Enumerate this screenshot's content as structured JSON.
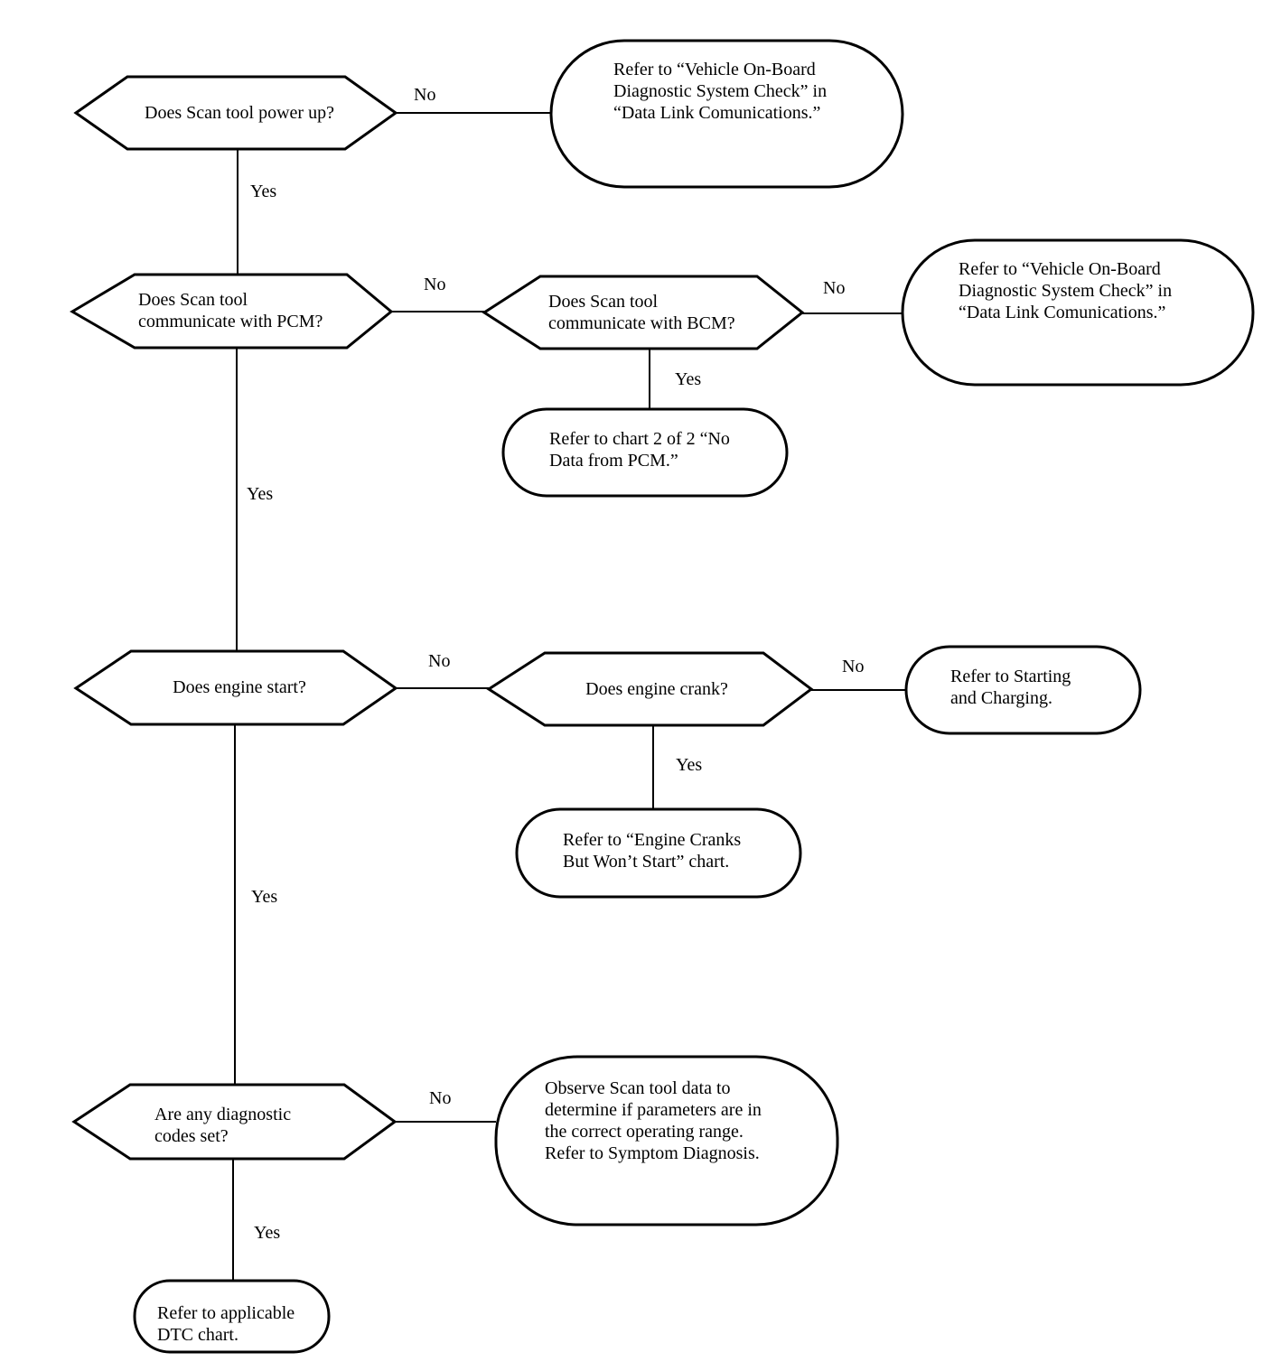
{
  "edge_labels": {
    "yes": "Yes",
    "no": "No"
  },
  "decisions": {
    "q1": [
      "Does Scan tool power up?"
    ],
    "q2": [
      "Does Scan tool",
      "communicate with PCM?"
    ],
    "q2b": [
      "Does Scan tool",
      "communicate with BCM?"
    ],
    "q3": [
      "Does engine start?"
    ],
    "q3b": [
      "Does engine crank?"
    ],
    "q4": [
      "Are any diagnostic",
      "codes set?"
    ]
  },
  "terminals": {
    "t1": [
      "Refer to “Vehicle On-Board",
      "Diagnostic System Check” in",
      "“Data Link Comunications.”"
    ],
    "t2": [
      "Refer to “Vehicle On-Board",
      "Diagnostic System Check” in",
      "“Data Link Comunications.”"
    ],
    "t3": [
      "Refer to chart 2 of 2 “No",
      "Data from PCM.”"
    ],
    "t4": [
      "Refer to Starting",
      "and Charging."
    ],
    "t5": [
      "Refer to “Engine Cranks",
      "But Won’t Start” chart."
    ],
    "t6": [
      "Observe Scan tool data to",
      "determine if parameters are in",
      "the correct operating range.",
      "Refer to Symptom Diagnosis."
    ],
    "t7": [
      "Refer to applicable",
      "DTC chart."
    ]
  }
}
